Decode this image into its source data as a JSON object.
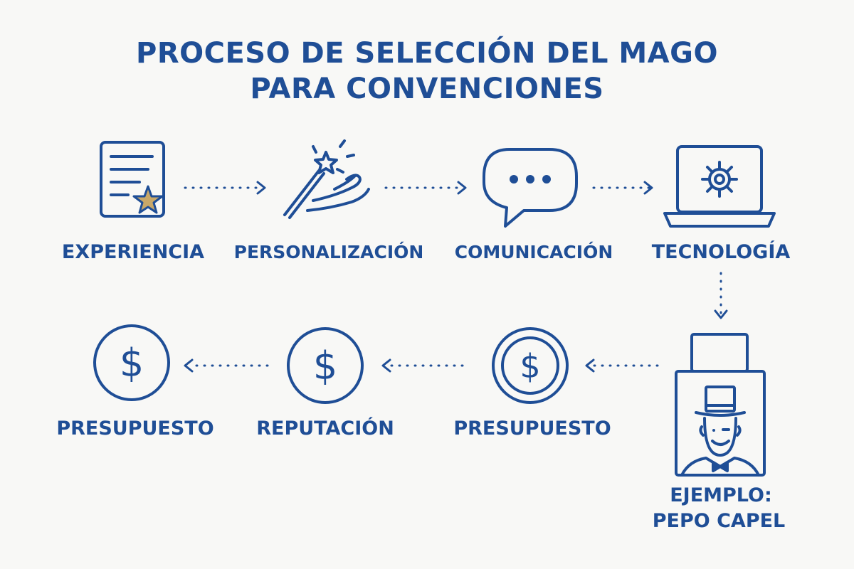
{
  "title": {
    "line1": "PROCESO DE SELECCIÓN DEL MAGO",
    "line2": "PARA CONVENCIONES"
  },
  "steps": [
    {
      "label": "EXPERIENCIA",
      "icon": "certificate-star-icon"
    },
    {
      "label": "PERSONALIZACIÓN",
      "icon": "magic-wand-hand-icon"
    },
    {
      "label": "COMUNICACIÓN",
      "icon": "speech-bubble-icon"
    },
    {
      "label": "TECNOLOGÍA",
      "icon": "laptop-gear-icon"
    },
    {
      "label": "EJEMPLO:",
      "label2": "PEPO CAPEL",
      "icon": "magician-portrait-icon"
    },
    {
      "label": "PRESUPUESTO",
      "icon": "coin-dollar-icon"
    },
    {
      "label": "REPUTACIÓN",
      "icon": "dollar-circle-icon"
    },
    {
      "label": "PRESUPUESTO",
      "icon": "dollar-circle-icon"
    }
  ],
  "colors": {
    "primary": "#1f4e96",
    "accent_gold": "#c9a868",
    "background": "#f8f8f6"
  }
}
